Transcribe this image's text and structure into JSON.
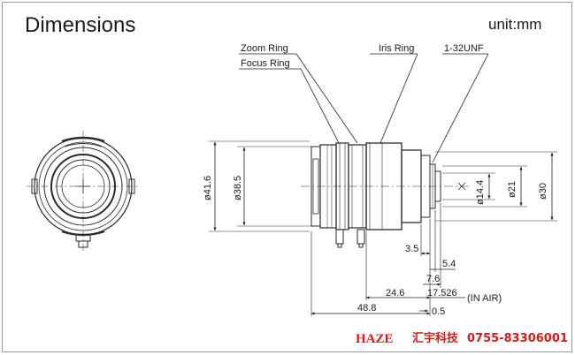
{
  "title": "Dimensions",
  "unit": "unit:mm",
  "callouts": {
    "zoom_ring": "Zoom Ring",
    "focus_ring": "Focus Ring",
    "iris_ring": "Iris Ring",
    "mount_thread": "1-32UNF"
  },
  "diameters": {
    "d41_6": "ø41.6",
    "d38_5": "ø38.5",
    "d14_4": "ø14.4",
    "d21": "ø21",
    "d30": "ø30"
  },
  "lengths": {
    "l3_5": "3.5",
    "l5_4": "5.4",
    "l7_6": "7.6",
    "l17_526": "17.526",
    "in_air": "(IN AIR)",
    "l24_6": "24.6",
    "l0_5": "0.5",
    "l48_8": "48.8"
  },
  "brand": {
    "logo": "HAZE",
    "company": "汇宇科技",
    "phone": "0755-83306001",
    "color": "#d41a1a"
  }
}
